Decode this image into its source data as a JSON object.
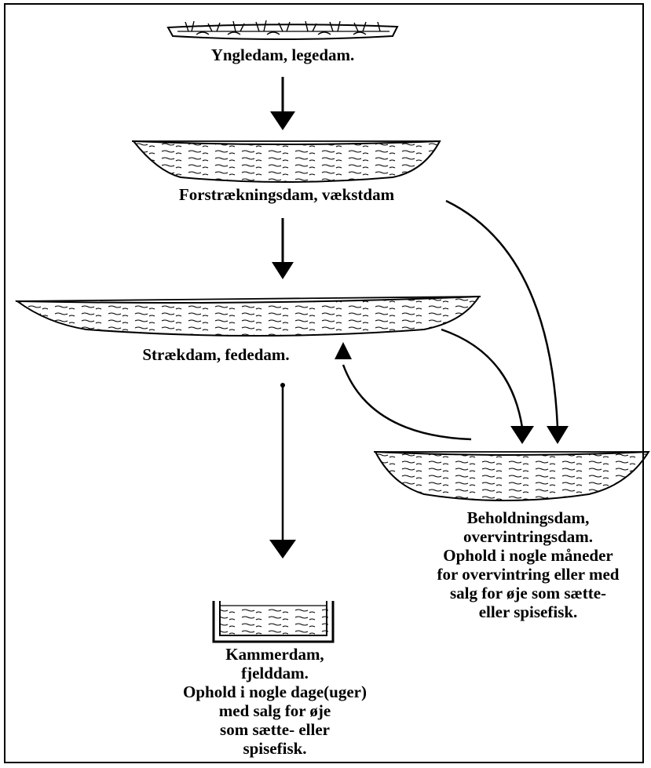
{
  "labels": {
    "yngledam": "Yngledam, legedam.",
    "forstraekningsdam": "Forstrækningsdam, vækstdam",
    "straekdam": "Strækdam, fededam.",
    "beholdningsdam": "Beholdningsdam,\novervintringsdam.\nOphold i nogle måneder\nfor overvintring eller med\nsalg for øje som sætte-\neller spisefisk.",
    "kammerdam": "Kammerdam,\nfjelddam.\nOphold i nogle dage(uger)\nmed salg for øje\nsom sætte- eller\nspisefisk."
  }
}
